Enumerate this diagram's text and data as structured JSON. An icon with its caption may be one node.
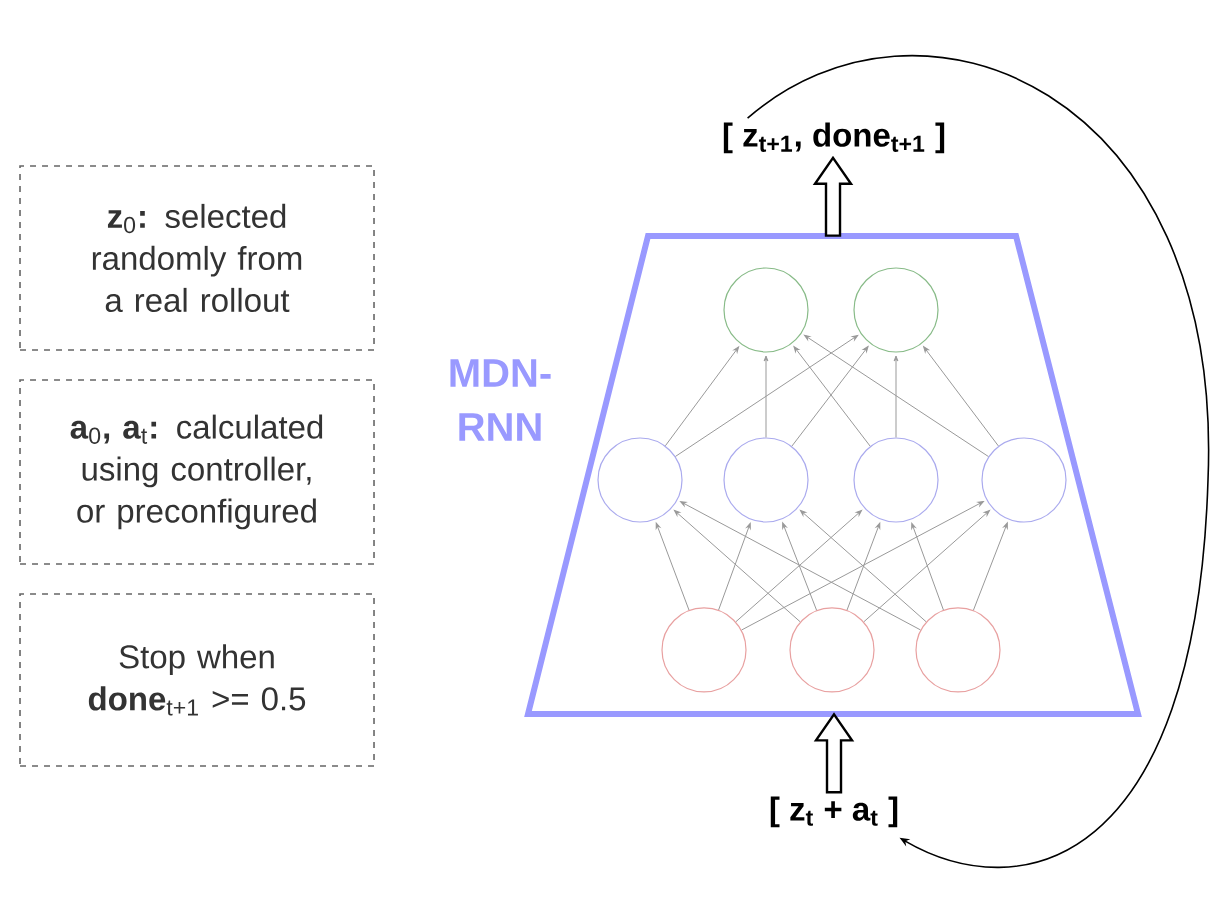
{
  "diagram": {
    "nodes": [
      {
        "text": [
          "**z**$_{0}$**:** selected randomly from a real rollout"
        ]
      },
      {
        "text": [
          "**a**$_{0}$**, a**$_{t}$**:** calculated using controller, or preconfigured"
        ]
      },
      {
        "text": [
          "Stop when **done**$_{t+1}$ >= 0.5"
        ]
      },
      {
        "text": [
          "MDN-RNN"
        ]
      },
      {
        "text": [],
        "shape": "circle",
        "in": 3
      },
      {
        "text": [],
        "shape": "circle",
        "in": 3
      },
      {
        "text": [],
        "shape": "circle",
        "in": 3
      },
      {
        "text": [],
        "shape": "circle",
        "in": 3
      },
      {
        "text": [],
        "shape": "circle",
        "in": 3
      },
      {
        "text": [],
        "shape": "circle",
        "in": 3
      },
      {
        "text": [],
        "shape": "circle",
        "in": 3
      },
      {
        "text": [],
        "shape": "circle",
        "in": 3
      },
      {
        "text": [],
        "shape": "circle",
        "in": 3
      },
      {
        "text": [
          "[ z$_{t+1}$, done$_{t+1}$ ]"
        ]
      },
      {
        "text": [
          "[ z$_{t}$ + a$_{t}$ ]"
        ]
      }
    ],
    "edges": [
      {
        "from": 10,
        "to": 6,
        "arrow": "to"
      },
      {
        "from": 10,
        "to": 7,
        "arrow": "to"
      },
      {
        "from": 10,
        "to": 8,
        "arrow": "to"
      },
      {
        "from": 10,
        "to": 9,
        "arrow": "to"
      },
      {
        "from": 11,
        "to": 6,
        "arrow": "to"
      },
      {
        "from": 11,
        "to": 7,
        "arrow": "to"
      },
      {
        "from": 11,
        "to": 8,
        "arrow": "to"
      },
      {
        "from": 11,
        "to": 9,
        "arrow": "to"
      },
      {
        "from": 12,
        "to": 6,
        "arrow": "to"
      },
      {
        "from": 12,
        "to": 7,
        "arrow": "to"
      },
      {
        "from": 12,
        "to": 8,
        "arrow": "to"
      },
      {
        "from": 12,
        "to": 9,
        "arrow": "to"
      },
      {
        "from": 6,
        "to": 4,
        "arrow": "to"
      },
      {
        "from": 6,
        "to": 5,
        "arrow": "to"
      },
      {
        "from": 7,
        "to": 4,
        "arrow": "to"
      },
      {
        "from": 7,
        "to": 5,
        "arrow": "to"
      },
      {
        "from": 8,
        "to": 4,
        "arrow": "to"
      },
      {
        "from": 8,
        "to": 5,
        "arrow": "to"
      },
      {
        "from": 9,
        "to": 4,
        "arrow": "to"
      },
      {
        "from": 9,
        "to": 5,
        "arrow": "to"
      },
      {
        "from": 3,
        "to": 13,
        "arrow": "to",
        "style": "thick",
        "color": "#000000"
      },
      {
        "from": 14,
        "to": 3,
        "arrow": "to",
        "style": "thick",
        "color": "#000000"
      },
      {
        "from": 13,
        "to": 14,
        "arrow": "to",
        "color": "#000000"
      }
    ]
  }
}
